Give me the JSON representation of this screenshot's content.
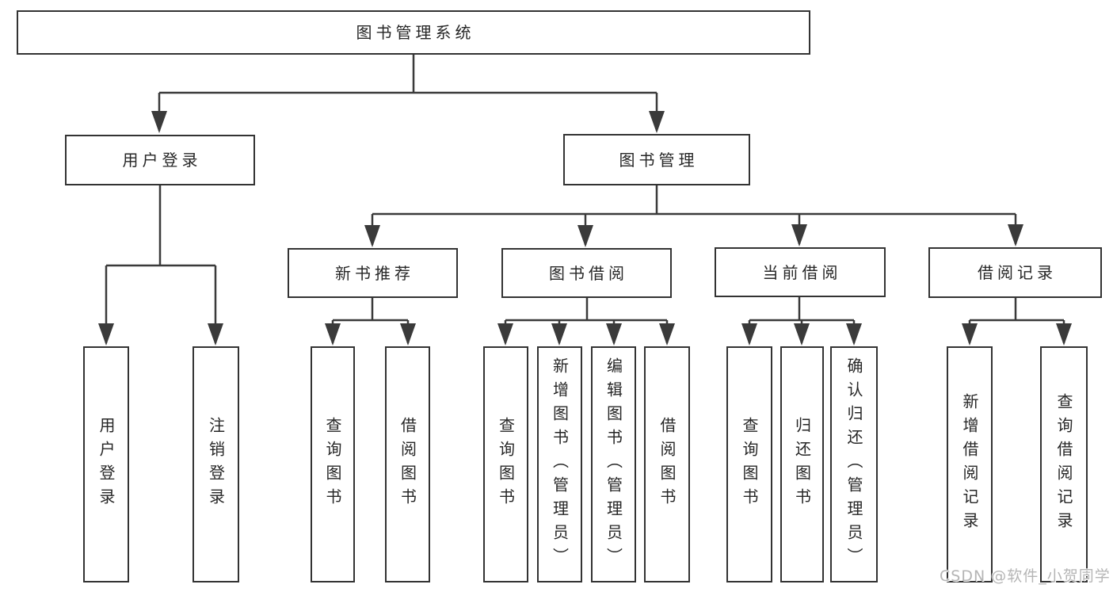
{
  "diagram": {
    "root_label": "图书管理系统",
    "user_login": {
      "label": "用户登录",
      "children": [
        "用户登录",
        "注销登录"
      ]
    },
    "book_management": {
      "label": "图书管理",
      "new_book_recommendation": {
        "label": "新书推荐",
        "children": [
          "查询图书",
          "借阅图书"
        ]
      },
      "book_borrowing": {
        "label": "图书借阅",
        "children": [
          "查询图书",
          "新增图书（管理员）",
          "编辑图书（管理员）",
          "借阅图书"
        ]
      },
      "current_borrowing": {
        "label": "当前借阅",
        "children": [
          "查询图书",
          "归还图书",
          "确认归还（管理员）"
        ]
      },
      "borrowing_records": {
        "label": "借阅记录",
        "children": [
          "新增借阅记录",
          "查询借阅记录"
        ]
      }
    }
  },
  "watermark": "CSDN @软件_小贺同学",
  "colors": {
    "line": "#3a3a3a",
    "border": "#333333",
    "text": "#262626",
    "background": "#ffffff",
    "watermark": "#b5b5b5"
  }
}
